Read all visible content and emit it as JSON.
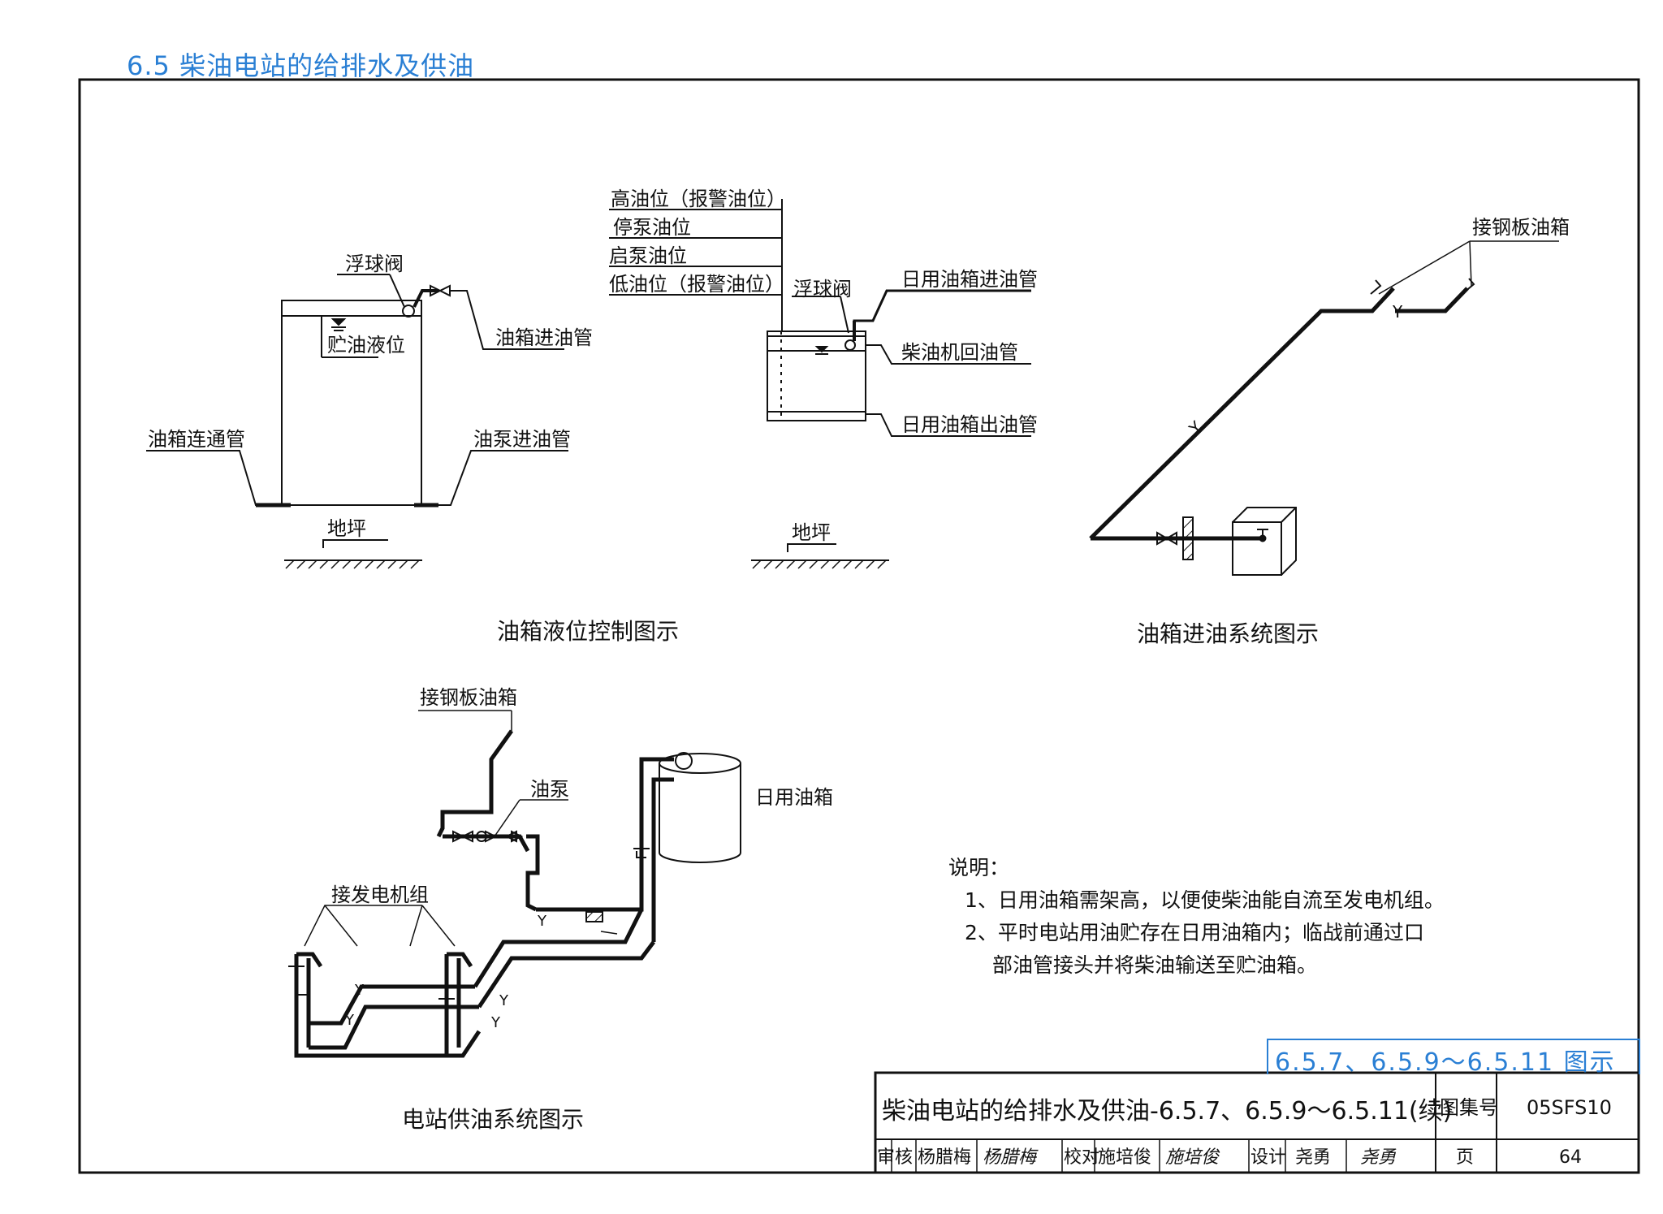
{
  "section_title": "6.5 柴油电站的给排水及供油",
  "ref_label": "6.5.7、6.5.9～6.5.11 图示",
  "diagram1": {
    "caption": "油箱液位控制图示",
    "labels": {
      "float_valve_a": "浮球阀",
      "storage_level": "贮油液位",
      "tank_inlet": "油箱进油管",
      "tank_connect": "油箱连通管",
      "pump_inlet": "油泵进油管",
      "floor_a": "地坪",
      "high_level": "高油位（报警油位）",
      "stop_pump": "停泵油位",
      "start_pump": "启泵油位",
      "low_level": "低油位（报警油位）",
      "float_valve_b": "浮球阀",
      "daily_inlet": "日用油箱进油管",
      "diesel_return": "柴油机回油管",
      "daily_outlet": "日用油箱出油管",
      "floor_b": "地坪"
    }
  },
  "diagram2": {
    "caption": "油箱进油系统图示",
    "labels": {
      "steel_tank": "接钢板油箱",
      "y_mark": "Y"
    }
  },
  "diagram3": {
    "caption": "电站供油系统图示",
    "labels": {
      "steel_tank": "接钢板油箱",
      "oil_pump": "油泵",
      "daily_tank": "日用油箱",
      "generator": "接发电机组",
      "y_mark": "Y"
    }
  },
  "notes": {
    "title": "说明：",
    "items": [
      "1、日用油箱需架高，以便使柴油能自流至发电机组。",
      "2、平时电站用油贮存在日用油箱内；临战前通过口",
      "部油管接头并将柴油输送至贮油箱。"
    ]
  },
  "title_block": {
    "title": "柴油电站的给排水及供油-6.5.7、6.5.9～6.5.11(续)",
    "atlas_label": "图集号",
    "atlas_no": "05SFS10",
    "review_label": "审核",
    "reviewer": "杨腊梅",
    "reviewer_signature": "杨腊梅",
    "check_label": "校对",
    "checker": "施培俊",
    "checker_signature": "施培俊",
    "design_label": "设计",
    "designer": "尧勇",
    "designer_signature": "尧勇",
    "page_label": "页",
    "page_no": "64"
  },
  "colors": {
    "line": "#111111",
    "accent_blue": "#2a7fd4"
  }
}
